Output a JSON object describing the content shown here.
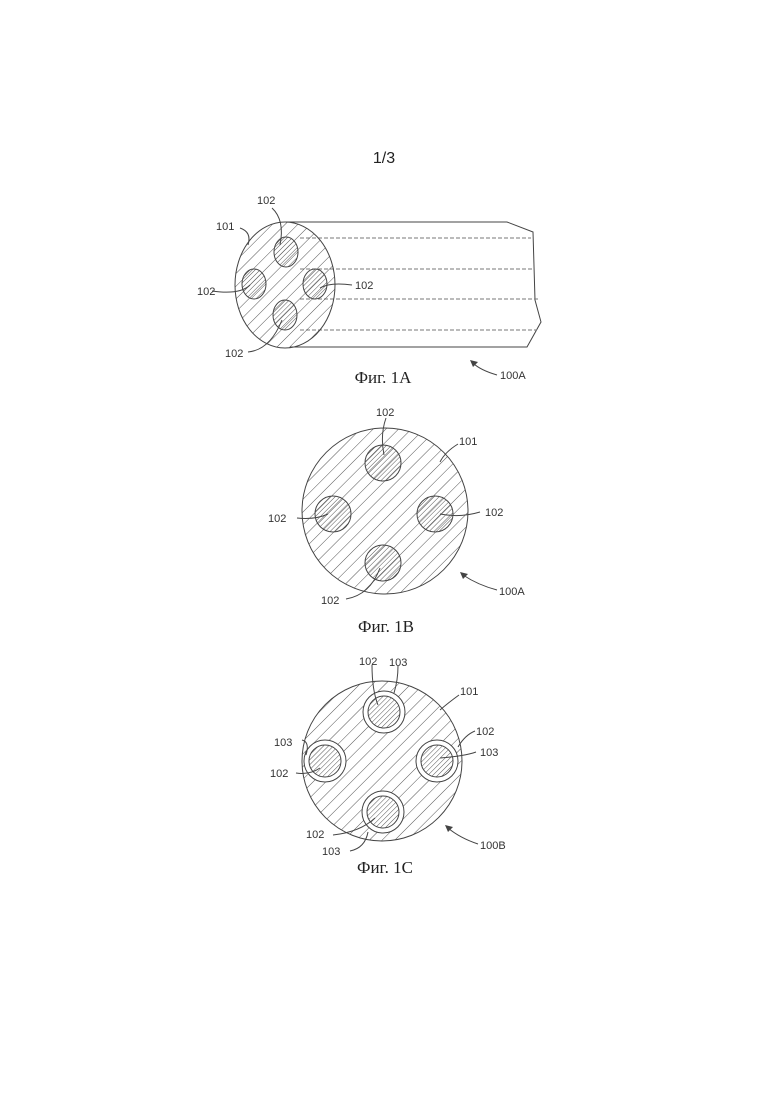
{
  "page_number": "1/3",
  "fig1a": {
    "caption": "Фиг. 1А",
    "ref": "100A",
    "labels": {
      "matrix": "101",
      "core_top": "102",
      "core_left": "102",
      "core_right": "102",
      "core_bottom": "102"
    }
  },
  "fig1b": {
    "caption": "Фиг. 1В",
    "ref": "100A",
    "labels": {
      "matrix": "101",
      "core_top": "102",
      "core_left": "102",
      "core_right": "102",
      "core_bottom": "102"
    }
  },
  "fig1c": {
    "caption": "Фиг. 1С",
    "ref": "100B",
    "labels": {
      "matrix": "101",
      "core_top": "102",
      "coat_top": "103",
      "core_right": "102",
      "coat_right": "103",
      "coat_left": "103",
      "core_left": "102",
      "core_bottom": "102",
      "coat_bottom": "103"
    }
  }
}
